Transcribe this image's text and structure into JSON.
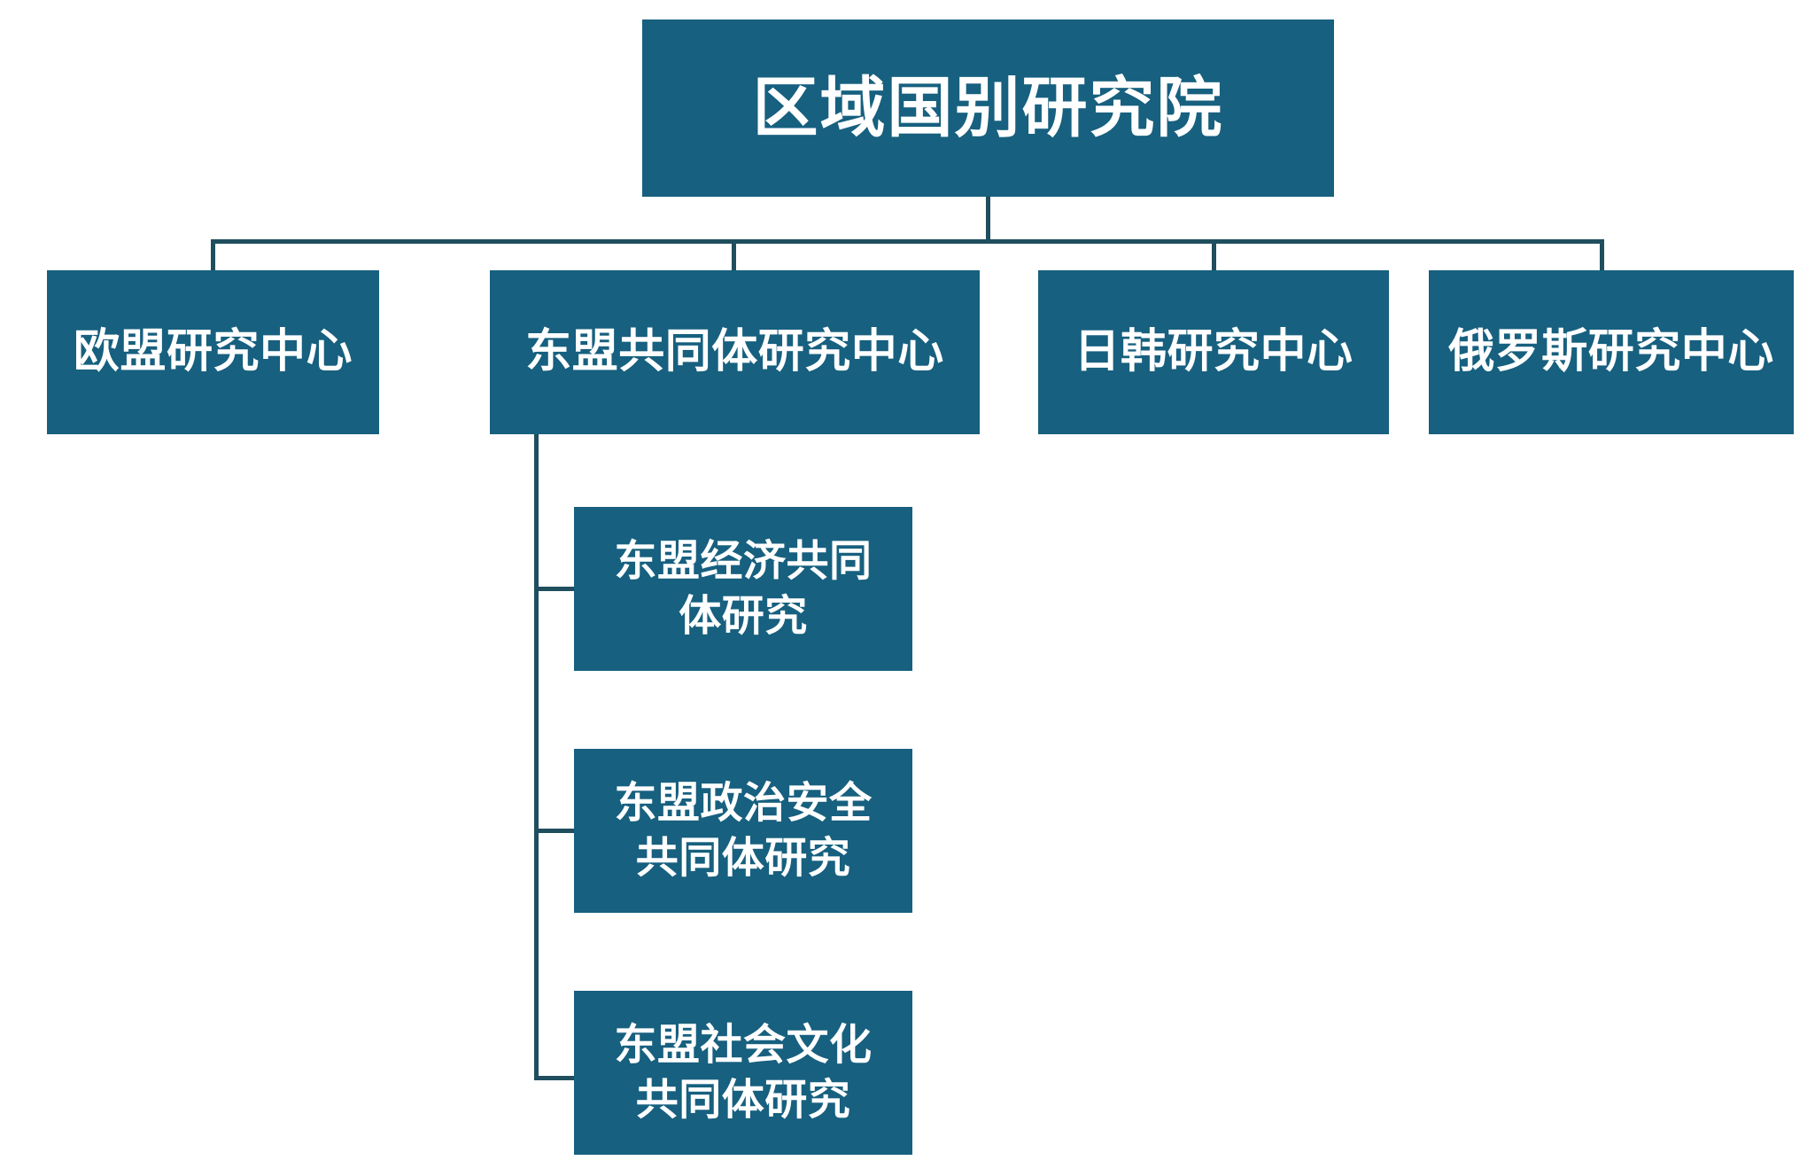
{
  "chart_data": {
    "type": "diagram",
    "diagram_type": "organization-chart",
    "title": "区域国别研究院",
    "orientation": "top-down with left-hanging third level",
    "box_fill": "#17607F",
    "box_text_color": "#FFFFFF",
    "connector_color": "#1F4E5F",
    "background": "#FFFFFF",
    "nodes": [
      {
        "id": "root",
        "label": "区域国别研究院",
        "level": 1,
        "parent": null
      },
      {
        "id": "eu",
        "label": "欧盟研究中心",
        "level": 2,
        "parent": "root"
      },
      {
        "id": "asean",
        "label": "东盟共同体研究中心",
        "level": 2,
        "parent": "root"
      },
      {
        "id": "jk",
        "label": "日韩研究中心",
        "level": 2,
        "parent": "root"
      },
      {
        "id": "ru",
        "label": "俄罗斯研究中心",
        "level": 2,
        "parent": "root"
      },
      {
        "id": "aec",
        "label": "东盟经济共同体研究",
        "level": 3,
        "parent": "asean"
      },
      {
        "id": "apsc",
        "label": "东盟政治安全共同体研究",
        "level": 3,
        "parent": "asean"
      },
      {
        "id": "ascc",
        "label": "东盟社会文化共同体研究",
        "level": 3,
        "parent": "asean"
      }
    ],
    "edges": [
      {
        "from": "root",
        "to": "eu"
      },
      {
        "from": "root",
        "to": "asean"
      },
      {
        "from": "root",
        "to": "jk"
      },
      {
        "from": "root",
        "to": "ru"
      },
      {
        "from": "asean",
        "to": "aec"
      },
      {
        "from": "asean",
        "to": "apsc"
      },
      {
        "from": "asean",
        "to": "ascc"
      }
    ]
  },
  "root": {
    "label": "区域国别研究院"
  },
  "level2": {
    "items": [
      {
        "label": "欧盟研究中心"
      },
      {
        "label": "东盟共同体研究中心"
      },
      {
        "label": "日韩研究中心"
      },
      {
        "label": "俄罗斯研究中心"
      }
    ]
  },
  "level3": {
    "items": [
      {
        "line1": "东盟经济共同",
        "line2": "体研究",
        "label": "东盟经济共同体研究"
      },
      {
        "line1": "东盟政治安全",
        "line2": "共同体研究",
        "label": "东盟政治安全共同体研究"
      },
      {
        "line1": "东盟社会文化",
        "line2": "共同体研究",
        "label": "东盟社会文化共同体研究"
      }
    ]
  }
}
